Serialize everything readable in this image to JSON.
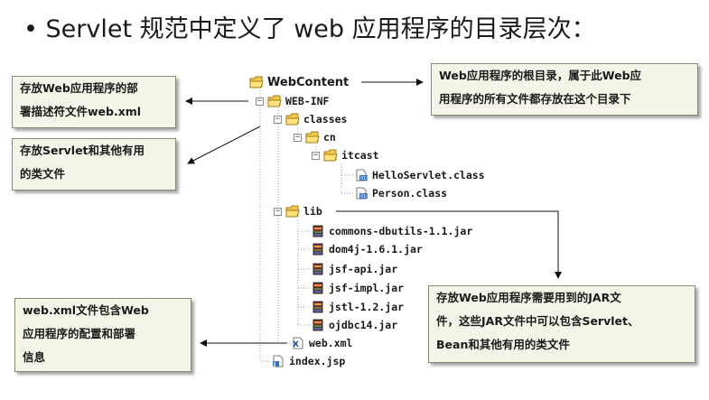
{
  "title": "• Servlet 规范中定义了 web 应用程序的目录层次：",
  "tree": {
    "root": "WebContent",
    "webinf": "WEB-INF",
    "classes": "classes",
    "cn": "cn",
    "itcast": "itcast",
    "hello": "HelloServlet.class",
    "person": "Person.class",
    "lib": "lib",
    "jars": [
      "commons-dbutils-1.1.jar",
      "dom4j-1.6.1.jar",
      "jsf-api.jar",
      "jsf-impl.jar",
      "jstl-1.2.jar",
      "ojdbc14.jar"
    ],
    "webxml": "web.xml",
    "indexjsp": "index.jsp"
  },
  "callouts": {
    "webinf": [
      "存放Web应用程序的部",
      "署描述符文件web.xml"
    ],
    "classes": [
      "存放Servlet和其他有用",
      "的类文件"
    ],
    "webxml": [
      "web.xml文件包含Web",
      "应用程序的配置和部署",
      "信息"
    ],
    "root": [
      "Web应用程序的根目录，属于此Web应",
      "用程序的所有文件都存放在这个目录下"
    ],
    "lib": [
      "存放Web应用程序需要用到的JAR文",
      "件，这些JAR文件中可以包含Servlet、",
      "Bean和其他有用的类文件"
    ]
  },
  "icons": {
    "folder": "folder-icon",
    "jar": "jar-icon",
    "class": "class-file-icon",
    "xml": "xml-file-icon",
    "jsp": "jsp-file-icon"
  },
  "colors": {
    "callout_bg": "#f4f4e8",
    "callout_border": "#8a8a70",
    "folder": "#f2c94c"
  }
}
